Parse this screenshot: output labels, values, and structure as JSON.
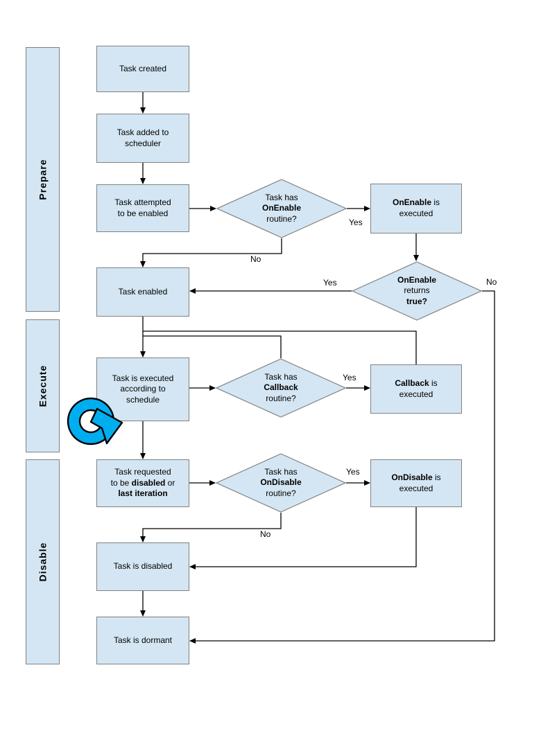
{
  "bands": {
    "prepare": "Prepare",
    "execute": "Execute",
    "disable": "Disable"
  },
  "labels": {
    "yes": "Yes",
    "no": "No"
  },
  "nodes": {
    "task_created": {
      "line1": "Task created"
    },
    "task_added": {
      "line1": "Task added to",
      "line2": "scheduler"
    },
    "task_attempted": {
      "line1": "Task attempted",
      "line2": "to be enabled"
    },
    "task_enabled": {
      "line1": "Task enabled"
    },
    "task_executed": {
      "line1": "Task is executed",
      "line2": "according to",
      "line3": "schedule"
    },
    "task_requested": {
      "line1": "Task requested",
      "line2_pre": "to be ",
      "line2_bold": "disabled",
      "line2_post": " or",
      "line3_bold": "last iteration"
    },
    "task_disabled": {
      "line1": "Task is disabled"
    },
    "task_dormant": {
      "line1": "Task is dormant"
    },
    "onenable_routine": {
      "line1": "Task has",
      "line2_bold": "OnEnable",
      "line3": "routine?"
    },
    "onenable_returns": {
      "line1_bold": "OnEnable",
      "line2": "returns",
      "line3_bold": "true?"
    },
    "callback_routine": {
      "line1": "Task has",
      "line2_bold": "Callback",
      "line3": "routine?"
    },
    "ondisable_routine": {
      "line1": "Task has",
      "line2_bold": "OnDisable",
      "line3": "routine?"
    },
    "onenable_executed": {
      "line1_bold": "OnEnable",
      "line1_rest": " is",
      "line2": "executed"
    },
    "callback_executed": {
      "line1_bold": "Callback",
      "line1_rest": " is",
      "line2": "executed"
    },
    "ondisable_executed": {
      "line1_bold": "OnDisable",
      "line1_rest": " is",
      "line2": "executed"
    }
  },
  "icons": {
    "loop_icon": "repeat-loop-arrow"
  },
  "colors": {
    "node_fill": "#d4e6f3",
    "node_border": "#808080",
    "connector": "#000000",
    "loop_icon_fill": "#00aeef"
  }
}
